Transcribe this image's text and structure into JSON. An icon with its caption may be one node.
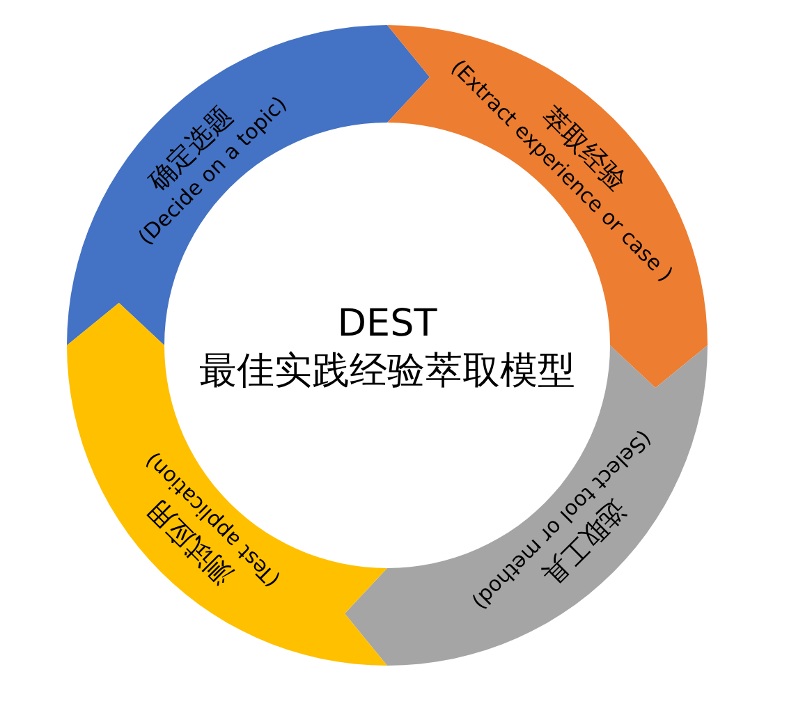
{
  "diagram": {
    "nodes": [
      {
        "text": [
          "确定选题",
          "(Decide on a topic)"
        ]
      },
      {
        "text": [
          "萃取经验",
          "(Extract experience or case )"
        ]
      },
      {
        "text": [
          "选取工具",
          "(Select tool or method)"
        ]
      },
      {
        "text": [
          "测试应用",
          "(Test application)"
        ]
      },
      {
        "text": [
          "DEST",
          "最佳实践经验萃取模型"
        ]
      }
    ]
  }
}
